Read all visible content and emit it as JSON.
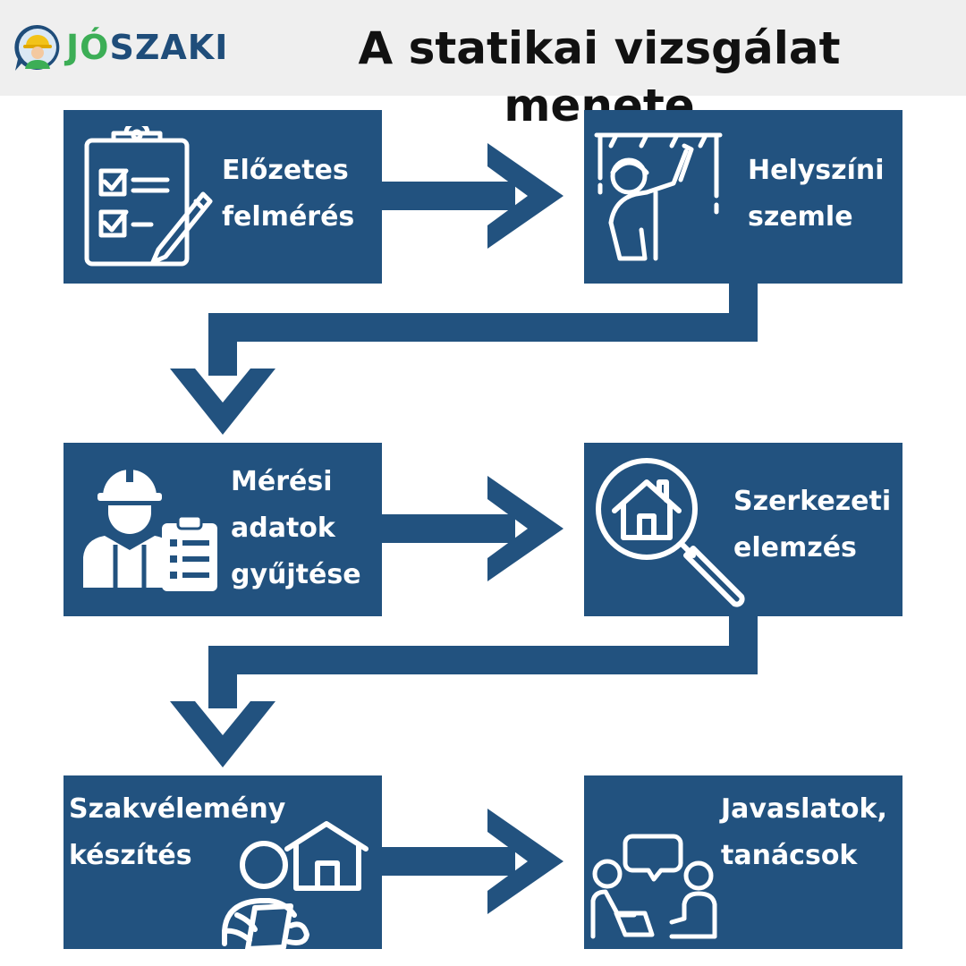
{
  "header": {
    "logo_jo": "JÓ",
    "logo_szaki": "SZAKI",
    "title": "A statikai vizsgálat menete"
  },
  "colors": {
    "box": "#22527f",
    "header_bg": "#efefef",
    "logo_green": "#3cae56",
    "logo_blue": "#1f4d7a"
  },
  "steps": [
    {
      "label": "Előzetes\nfelmérés",
      "icon": "checklist-clipboard-icon"
    },
    {
      "label": "Helyszíni\nszemle",
      "icon": "inspector-ceiling-icon"
    },
    {
      "label": "Mérési\nadatok\ngyűjtése",
      "icon": "worker-clipboard-icon"
    },
    {
      "label": "Szerkezeti\nelemzés",
      "icon": "magnifier-house-icon"
    },
    {
      "label": "Szakvélemény\nkészítés",
      "icon": "person-house-document-icon"
    },
    {
      "label": "Javaslatok,\ntanácsok",
      "icon": "consultation-people-icon"
    }
  ]
}
